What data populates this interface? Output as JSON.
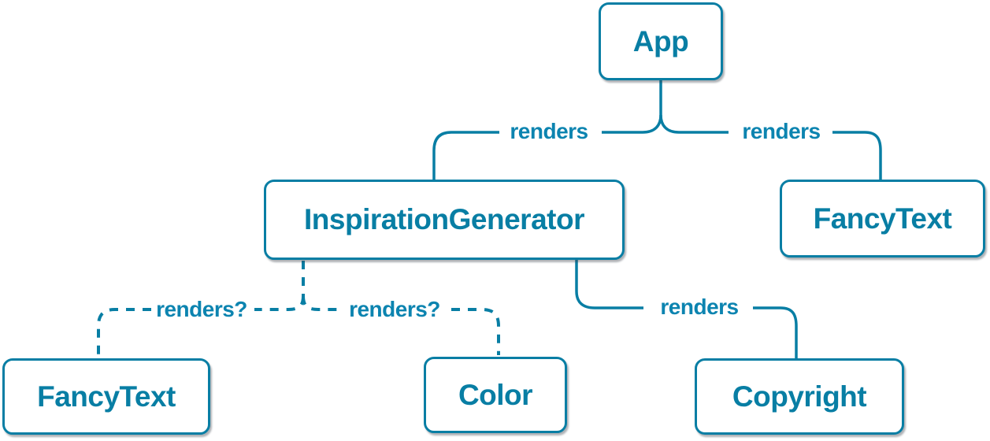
{
  "diagram": {
    "type": "tree",
    "colors": {
      "accent": "#087ea4",
      "edge_label": "#0c84b0",
      "node_background": "#ffffff",
      "node_shadow": "rgba(54,63,72,0.4)"
    },
    "nodes": [
      {
        "id": "app",
        "label": "App"
      },
      {
        "id": "inspiration-generator",
        "label": "InspirationGenerator"
      },
      {
        "id": "fancy-text-top",
        "label": "FancyText"
      },
      {
        "id": "fancy-text-bottom",
        "label": "FancyText"
      },
      {
        "id": "color",
        "label": "Color"
      },
      {
        "id": "copyright",
        "label": "Copyright"
      }
    ],
    "edges": [
      {
        "from": "App",
        "to": "InspirationGenerator",
        "label": "renders",
        "style": "solid"
      },
      {
        "from": "App",
        "to": "FancyText",
        "label": "renders",
        "style": "solid"
      },
      {
        "from": "InspirationGenerator",
        "to": "FancyText",
        "label": "renders?",
        "style": "dashed"
      },
      {
        "from": "InspirationGenerator",
        "to": "Color",
        "label": "renders?",
        "style": "dashed"
      },
      {
        "from": "InspirationGenerator",
        "to": "Copyright",
        "label": "renders",
        "style": "solid"
      }
    ]
  }
}
